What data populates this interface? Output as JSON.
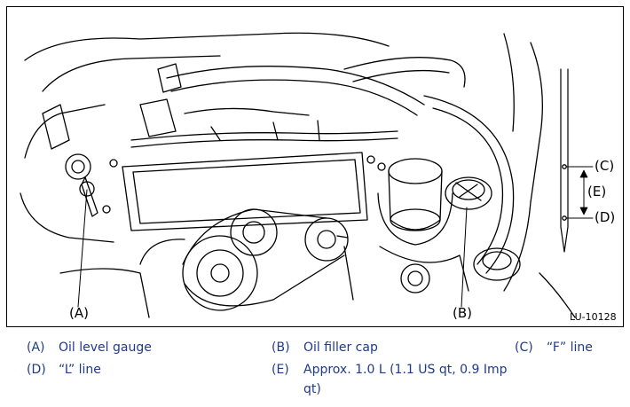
{
  "figure": {
    "id": "LU-10128",
    "callouts": {
      "A": "(A)",
      "B": "(B)",
      "C": "(C)",
      "D": "(D)",
      "E": "(E)"
    }
  },
  "legend": [
    {
      "key": "(A)",
      "text": "Oil level gauge"
    },
    {
      "key": "(B)",
      "text": "Oil filler cap"
    },
    {
      "key": "(C)",
      "text": "“F” line"
    },
    {
      "key": "(D)",
      "text": "“L” line"
    },
    {
      "key": "(E)",
      "text": "Approx. 1.0 L (1.1 US qt, 0.9 Imp qt)"
    }
  ],
  "colors": {
    "legend_text": "#1f3a8a",
    "lines": "#000000"
  }
}
